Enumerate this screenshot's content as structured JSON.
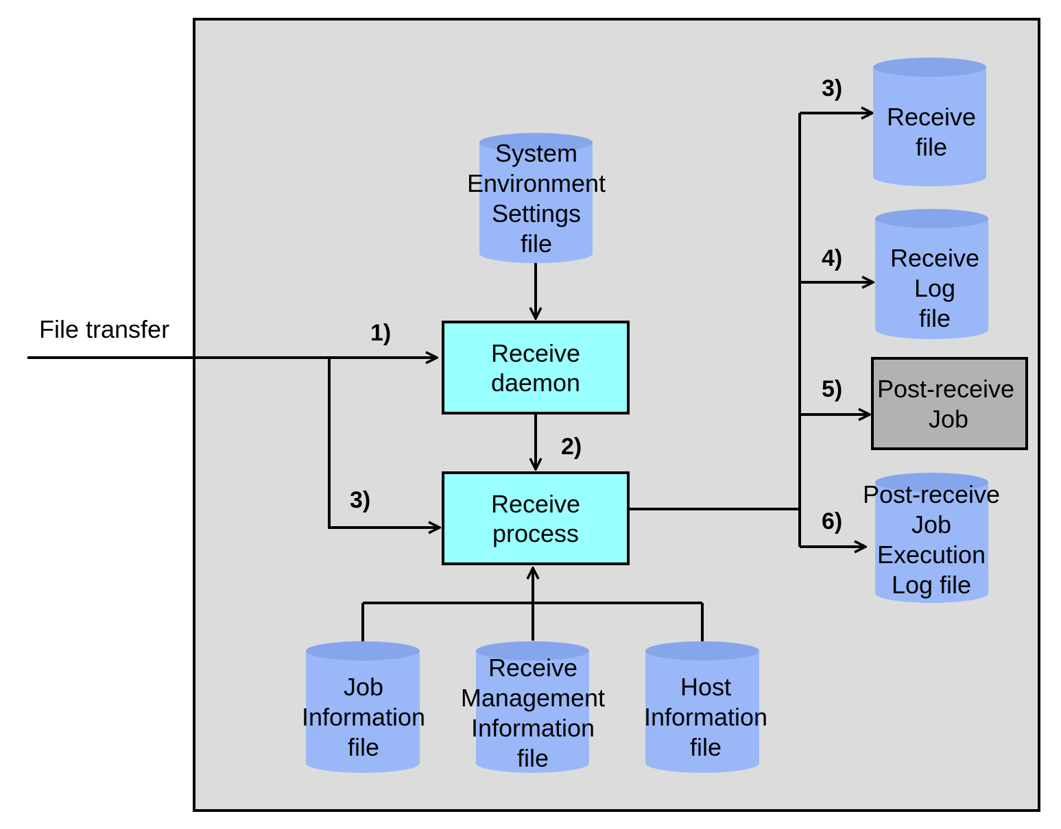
{
  "input_label": "File transfer",
  "steps": {
    "s1": "1)",
    "s2": "2)",
    "s3_left": "3)",
    "s3_right": "3)",
    "s4": "4)",
    "s5": "5)",
    "s6": "6)"
  },
  "processes": {
    "daemon": [
      "Receive",
      "daemon"
    ],
    "process": [
      "Receive",
      "process"
    ],
    "post_job": [
      "Post-receive",
      "Job"
    ]
  },
  "files": {
    "sys_env": [
      "System",
      "Environment",
      "Settings",
      "file"
    ],
    "receive_file": [
      "Receive",
      "file"
    ],
    "receive_log": [
      "Receive",
      "Log",
      "file"
    ],
    "post_exec_log": [
      "Post-receive",
      "Job",
      "Execution",
      "Log file"
    ],
    "job_info": [
      "Job",
      "Information",
      "file"
    ],
    "recv_mgmt": [
      "Receive",
      "Management",
      "Information",
      "file"
    ],
    "host_info": [
      "Host",
      "Information",
      "file"
    ]
  },
  "colors": {
    "panel": "#dcdcdc",
    "process_fill": "#99ffff",
    "post_job_fill": "#b2b2b2",
    "cylinder_fill": "#9ab8f8",
    "cylinder_shade": "#86a6ec"
  }
}
